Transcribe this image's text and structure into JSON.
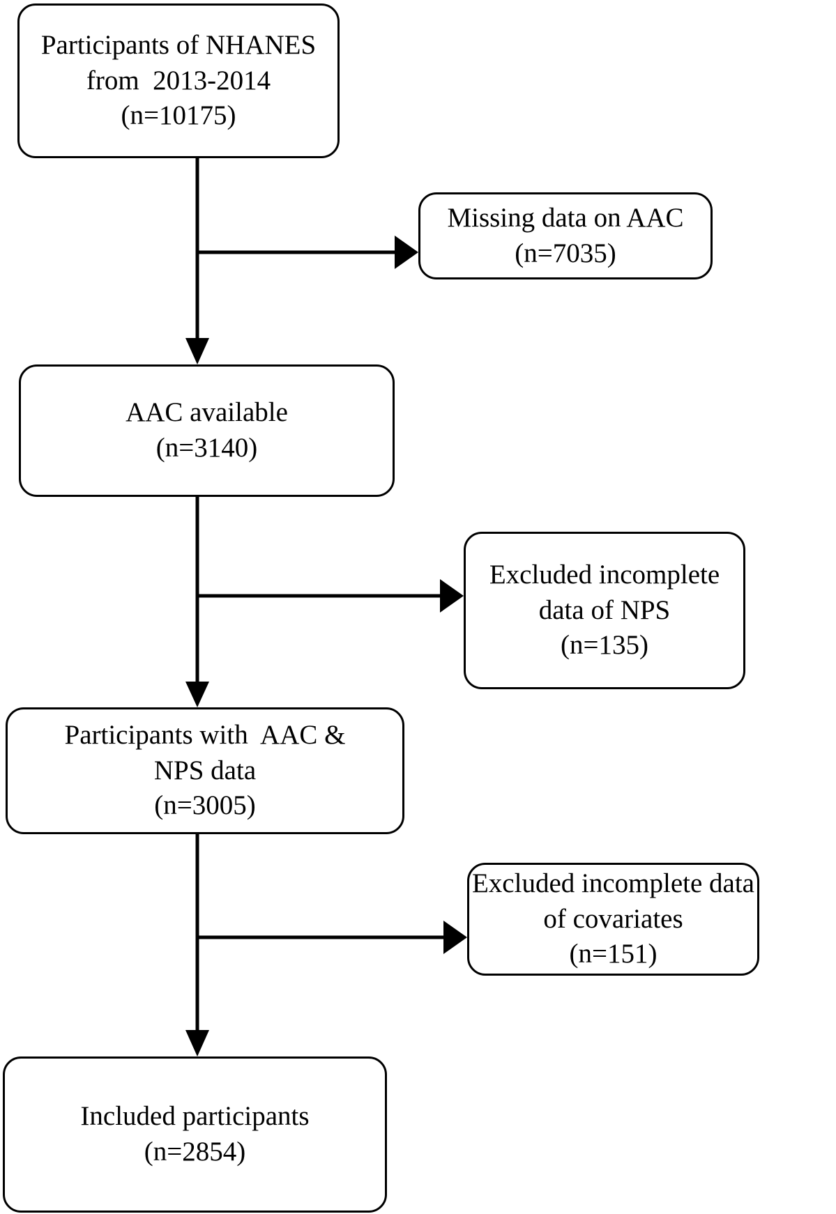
{
  "figure": {
    "type": "flowchart",
    "kind": "participant-selection-flow-diagram",
    "orientation": "top-to-bottom",
    "stroke_color": "#000000",
    "fill_color": "#ffffff",
    "text_color": "#000000"
  },
  "nodes": [
    {
      "id": "source",
      "role": "primary",
      "lines": [
        "Participants of NHANES",
        "from  2013-2014",
        "(n=10175)"
      ],
      "label": "Participants of NHANES from 2013-2014",
      "count": 10175,
      "count_text": "(n=10175)"
    },
    {
      "id": "excl-aac",
      "role": "exclusion",
      "lines": [
        "Missing data on AAC",
        "(n=7035)"
      ],
      "label": "Missing data on AAC",
      "count": 7035,
      "count_text": "(n=7035)"
    },
    {
      "id": "aac",
      "role": "primary",
      "lines": [
        "AAC available",
        "(n=3140)"
      ],
      "label": "AAC available",
      "count": 3140,
      "count_text": "(n=3140)"
    },
    {
      "id": "excl-nps",
      "role": "exclusion",
      "lines": [
        "Excluded incomplete",
        "data of NPS",
        "(n=135)"
      ],
      "label": "Excluded incomplete data of NPS",
      "count": 135,
      "count_text": "(n=135)"
    },
    {
      "id": "aacnps",
      "role": "primary",
      "lines": [
        "Participants with  AAC &",
        "NPS data",
        "(n=3005)"
      ],
      "label": "Participants with AAC & NPS data",
      "count": 3005,
      "count_text": "(n=3005)"
    },
    {
      "id": "excl-cov",
      "role": "exclusion",
      "lines": [
        "Excluded incomplete data",
        "of covariates",
        "(n=151)"
      ],
      "label": "Excluded incomplete data of covariates",
      "count": 151,
      "count_text": "(n=151)"
    },
    {
      "id": "included",
      "role": "primary",
      "lines": [
        "Included participants",
        "(n=2854)"
      ],
      "label": "Included participants",
      "count": 2854,
      "count_text": "(n=2854)"
    }
  ],
  "edges": [
    {
      "from": "source",
      "to": "excl-aac",
      "direction": "right",
      "arrow": true
    },
    {
      "from": "source",
      "to": "aac",
      "direction": "down",
      "arrow": true
    },
    {
      "from": "aac",
      "to": "excl-nps",
      "direction": "right",
      "arrow": true
    },
    {
      "from": "aac",
      "to": "aacnps",
      "direction": "down",
      "arrow": true
    },
    {
      "from": "aacnps",
      "to": "excl-cov",
      "direction": "right",
      "arrow": true
    },
    {
      "from": "aacnps",
      "to": "included",
      "direction": "down",
      "arrow": true
    }
  ]
}
